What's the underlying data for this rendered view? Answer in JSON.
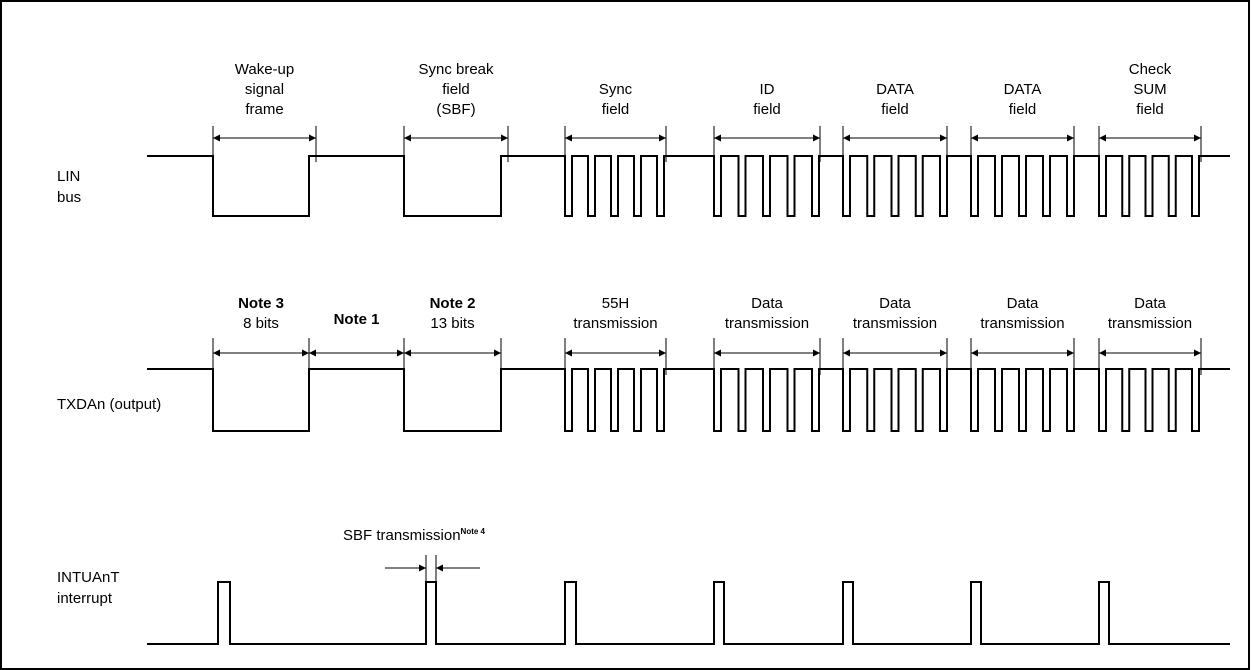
{
  "signals": [
    {
      "id": "lin",
      "label_lines": [
        "LIN",
        "bus"
      ]
    },
    {
      "id": "txd",
      "label_lines": [
        "TXDAn (output)"
      ]
    },
    {
      "id": "int",
      "label_lines": [
        "INTUAnT",
        "interrupt"
      ]
    }
  ],
  "lin_fields": [
    {
      "name": "wakeup",
      "lines": [
        "Wake-up",
        "signal",
        "frame"
      ]
    },
    {
      "name": "sbf",
      "lines": [
        "Sync break",
        "field",
        "(SBF)"
      ]
    },
    {
      "name": "sync",
      "lines": [
        "Sync",
        "field"
      ]
    },
    {
      "name": "id",
      "lines": [
        "ID",
        "field"
      ]
    },
    {
      "name": "data1",
      "lines": [
        "DATA",
        "field"
      ]
    },
    {
      "name": "data2",
      "lines": [
        "DATA",
        "field"
      ]
    },
    {
      "name": "checksum",
      "lines": [
        "Check",
        "SUM",
        "field"
      ]
    }
  ],
  "txd_fields": [
    {
      "name": "note3",
      "lines": [
        "Note 3",
        "8 bits"
      ],
      "bold_first": true
    },
    {
      "name": "note1",
      "lines": [
        "Note 1"
      ],
      "bold_first": true
    },
    {
      "name": "note2",
      "lines": [
        "Note 2",
        "13 bits"
      ],
      "bold_first": true
    },
    {
      "name": "sync-tx",
      "lines": [
        "55H",
        "transmission"
      ]
    },
    {
      "name": "data-tx-1",
      "lines": [
        "Data",
        "transmission"
      ]
    },
    {
      "name": "data-tx-2",
      "lines": [
        "Data",
        "transmission"
      ]
    },
    {
      "name": "data-tx-3",
      "lines": [
        "Data",
        "transmission"
      ]
    },
    {
      "name": "data-tx-4",
      "lines": [
        "Data",
        "transmission"
      ]
    }
  ],
  "sbf_annotation": {
    "text": "SBF transmission",
    "superscript": "Note 4"
  }
}
